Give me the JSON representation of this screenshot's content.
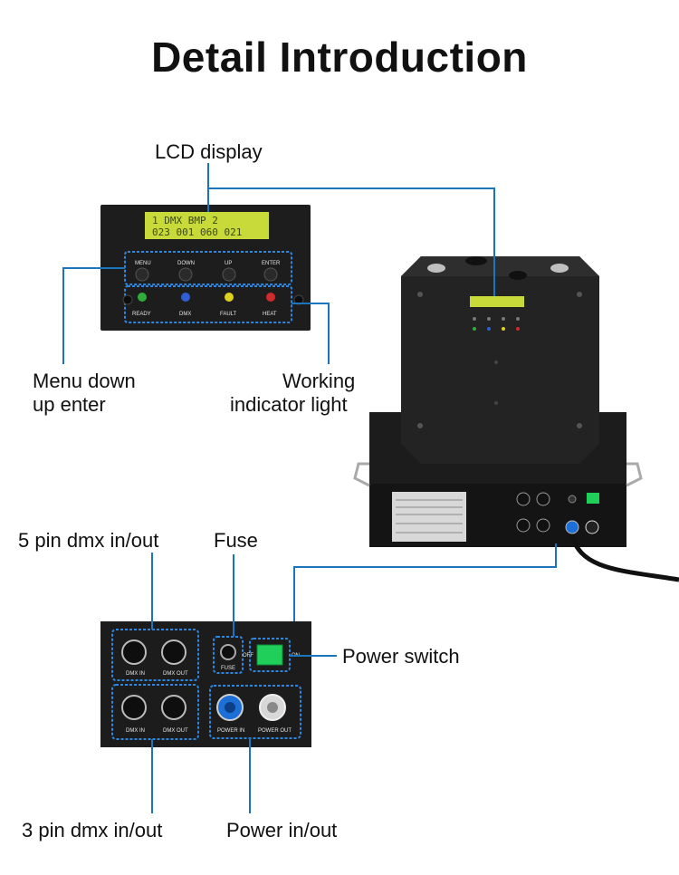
{
  "title": "Detail Introduction",
  "labels": {
    "lcd_display": "LCD display",
    "menu_line1": "Menu down",
    "menu_line2": "up enter",
    "working_line1": "Working",
    "working_line2": "indicator light",
    "pin5": "5 pin dmx in/out",
    "fuse": "Fuse",
    "power_switch": "Power switch",
    "pin3": "3 pin dmx in/out",
    "power_io": "Power in/out"
  },
  "control_panel": {
    "lcd_line1": "1  DMX  BMP  2",
    "lcd_line2": "023 001 060 021",
    "buttons": [
      "MENU",
      "DOWN",
      "UP",
      "ENTER"
    ],
    "leds": [
      "READY",
      "DMX",
      "FAULT",
      "HEAT"
    ]
  },
  "connector_panel": {
    "dmx5_in": "DMX IN",
    "dmx5_out": "DMX OUT",
    "dmx3_in": "DMX IN",
    "dmx3_out": "DMX OUT",
    "fuse_label": "FUSE",
    "switch_off": "OFF",
    "switch_on": "ON",
    "power_in": "POWER IN",
    "power_out": "POWER OUT"
  },
  "colors": {
    "accent_line": "#1b75bc",
    "lcd_bg": "#c8d93a",
    "panel_bg": "#1c1c1c",
    "led_ready": "#2fae3a",
    "led_dmx": "#2f5fd0",
    "led_fault": "#e0d020",
    "led_heat": "#d02a2a",
    "switch_green": "#1fcf5a"
  }
}
